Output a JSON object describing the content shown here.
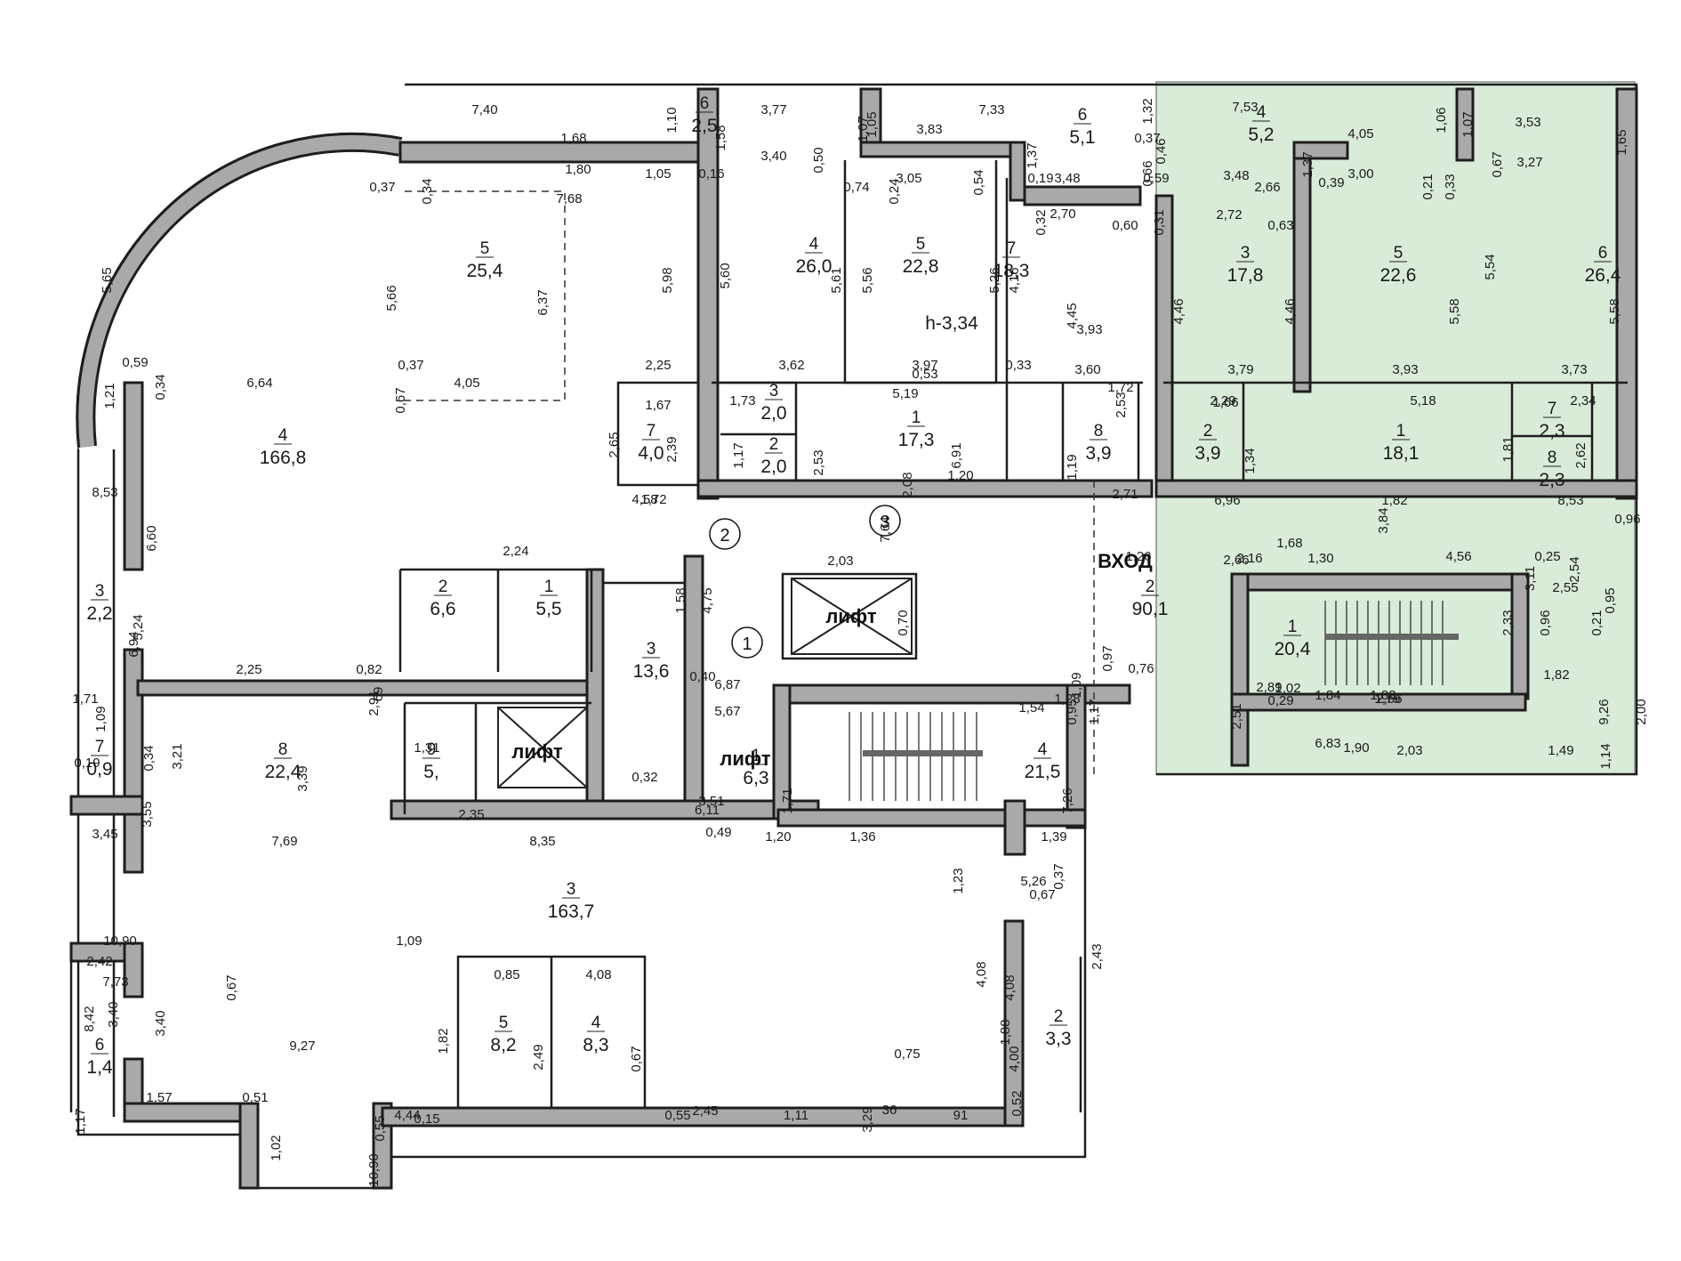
{
  "highlight_color": "#d8ecd8",
  "wall_color": "#a9a9a9",
  "labels": {
    "entrance": "ВХОД",
    "lift_1": "лифт",
    "lift_2": "лифт",
    "lift_3": "лифт",
    "ceiling_height": "h-3,34",
    "marker_1": "1",
    "marker_2": "2",
    "marker_3": "3"
  },
  "rooms": [
    {
      "no": "5",
      "area": "25,4"
    },
    {
      "no": "4",
      "area": "166,8"
    },
    {
      "no": "6",
      "area": "2,5"
    },
    {
      "no": "4",
      "area": "26,0"
    },
    {
      "no": "5",
      "area": "22,8"
    },
    {
      "no": "6",
      "area": "5,1"
    },
    {
      "no": "7",
      "area": "18,3"
    },
    {
      "no": "4",
      "area": "5,2"
    },
    {
      "no": "3",
      "area": "17,8"
    },
    {
      "no": "5",
      "area": "22,6"
    },
    {
      "no": "6",
      "area": "26,4"
    },
    {
      "no": "7",
      "area": "4,0"
    },
    {
      "no": "3",
      "area": "2,0"
    },
    {
      "no": "2",
      "area": "2,0"
    },
    {
      "no": "1",
      "area": "17,3"
    },
    {
      "no": "8",
      "area": "3,9"
    },
    {
      "no": "2",
      "area": "3,9"
    },
    {
      "no": "1",
      "area": "18,1"
    },
    {
      "no": "7",
      "area": "2,3"
    },
    {
      "no": "8",
      "area": "2,3"
    },
    {
      "no": "3",
      "area": "2,2"
    },
    {
      "no": "2",
      "area": "6,6"
    },
    {
      "no": "1",
      "area": "5,5"
    },
    {
      "no": "3",
      "area": "13,6"
    },
    {
      "no": "2",
      "area": "90,1"
    },
    {
      "no": "1",
      "area": "20,4"
    },
    {
      "no": "7",
      "area": "0,9"
    },
    {
      "no": "8",
      "area": "22,4"
    },
    {
      "no": "9",
      "area": "5,"
    },
    {
      "no": "1",
      "area": "6,3"
    },
    {
      "no": "4",
      "area": "21,5"
    },
    {
      "no": "3",
      "area": "163,7"
    },
    {
      "no": "6",
      "area": "1,4"
    },
    {
      "no": "5",
      "area": "8,2"
    },
    {
      "no": "4",
      "area": "8,3"
    },
    {
      "no": "2",
      "area": "3,3"
    }
  ],
  "dimensions": [
    "7,40",
    "1,68",
    "1,80",
    "1,10",
    "0,37",
    "0,34",
    "7,68",
    "1,05",
    "0,16",
    "1,58",
    "3,77",
    "3,40",
    "1,07",
    "0,50",
    "5,98",
    "5,60",
    "1,05",
    "3,83",
    "7,33",
    "1,37",
    "0,74",
    "0,24",
    "3,05",
    "0,54",
    "0,19",
    "3,48",
    "1,32",
    "0,37",
    "0,66",
    "2,70",
    "0,32",
    "0,60",
    "7,53",
    "0,46",
    "1,06",
    "1,07",
    "3,53",
    "1,65",
    "4,05",
    "3,48",
    "0,59",
    "2,66",
    "1,37",
    "3,00",
    "0,39",
    "0,21",
    "0,33",
    "0,67",
    "3,27",
    "0,31",
    "2,72",
    "0,63",
    "5,65",
    "5,66",
    "6,37",
    "5,61",
    "5,56",
    "5,26",
    "4,16",
    "4,45",
    "4,46",
    "4,46",
    "5,58",
    "5,54",
    "5,58",
    "3,62",
    "3,97",
    "0,33",
    "3,60",
    "3,93",
    "3,79",
    "3,93",
    "3,73",
    "0,59",
    "0,34",
    "0,37",
    "0,67",
    "4,05",
    "6,64",
    "2,25",
    "1,21",
    "1,67",
    "2,65",
    "2,39",
    "1,73",
    "1,17",
    "2,53",
    "5,19",
    "0,53",
    "1,19",
    "1,72",
    "2,53",
    "2,29",
    "1,66",
    "1,34",
    "5,18",
    "1,81",
    "2,34",
    "2,62",
    "1,20",
    "6,91",
    "6,96",
    "1,82",
    "8,53",
    "8,53",
    "1,72",
    "4,58",
    "6,60",
    "2,08",
    "2,71",
    "1,68",
    "3,84",
    "0,96",
    "1,26",
    "2,03",
    "2,24",
    "7,64",
    "2,66",
    "2,16",
    "1,30",
    "4,56",
    "0,25",
    "2,54",
    "2,55",
    "3,11",
    "2,33",
    "0,96",
    "0,21",
    "5,24",
    "0,95",
    "6,94",
    "0,97",
    "0,76",
    "2,89",
    "1,02",
    "1,84",
    "1,82",
    "0,95",
    "1,09",
    "6,87",
    "5,67",
    "1,71",
    "2,25",
    "0,82",
    "1,58",
    "4,75",
    "0,40",
    "0,70",
    "1,17",
    "1,54",
    "1,28",
    "2,51",
    "0,29",
    "1,88",
    "1,79",
    "6,83",
    "2,66",
    "1,90",
    "2,03",
    "1,49",
    "1,14",
    "9,26",
    "2,00",
    "7,26",
    "1,09",
    "0,19",
    "0,34",
    "3,21",
    "69",
    "2,35",
    "0,32",
    "2,91",
    "1,31",
    "3,51",
    "0,49",
    "1,71",
    "1,20",
    "8,35",
    "6,11",
    "1,39",
    "3,45",
    "3,55",
    "3,39",
    "7,69",
    "1,36",
    "0,37",
    "0,67",
    "1,23",
    "5,26",
    "10,90",
    "1,09",
    "2,42",
    "2,43",
    "7,73",
    "0,67",
    "0,85",
    "4,08",
    "4,08",
    "4,08",
    "1,88",
    "8,42",
    "3,40",
    "3,40",
    "9,27",
    "1,82",
    "2,49",
    "0,67",
    "0,75",
    "4,00",
    "1,57",
    "0,51",
    "0,52",
    "1,17",
    "1,02",
    "0,55",
    "4,44",
    "0,15",
    "0,55",
    "2,45",
    "1,11",
    "3,29",
    "36",
    "91",
    "10,90"
  ]
}
